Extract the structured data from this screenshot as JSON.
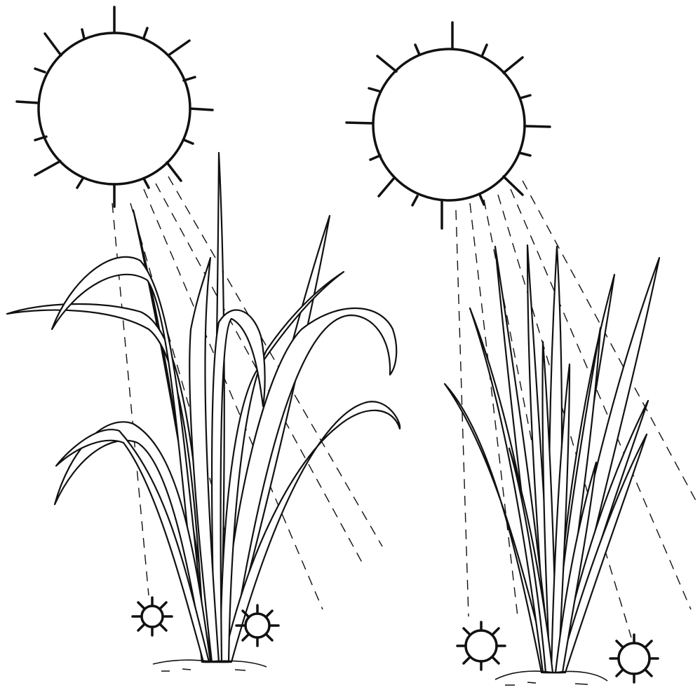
{
  "figure": {
    "panels": [
      {
        "id": "left",
        "description_label": "",
        "sun": "sun-icon",
        "plant": "drooping-leaf-plant",
        "ground_suns": 2
      },
      {
        "id": "right",
        "description_label": "",
        "sun": "sun-icon",
        "plant": "erect-leaf-plant",
        "ground_suns": 2
      }
    ],
    "colors": {
      "ink": "#111111",
      "background": "#ffffff"
    }
  }
}
